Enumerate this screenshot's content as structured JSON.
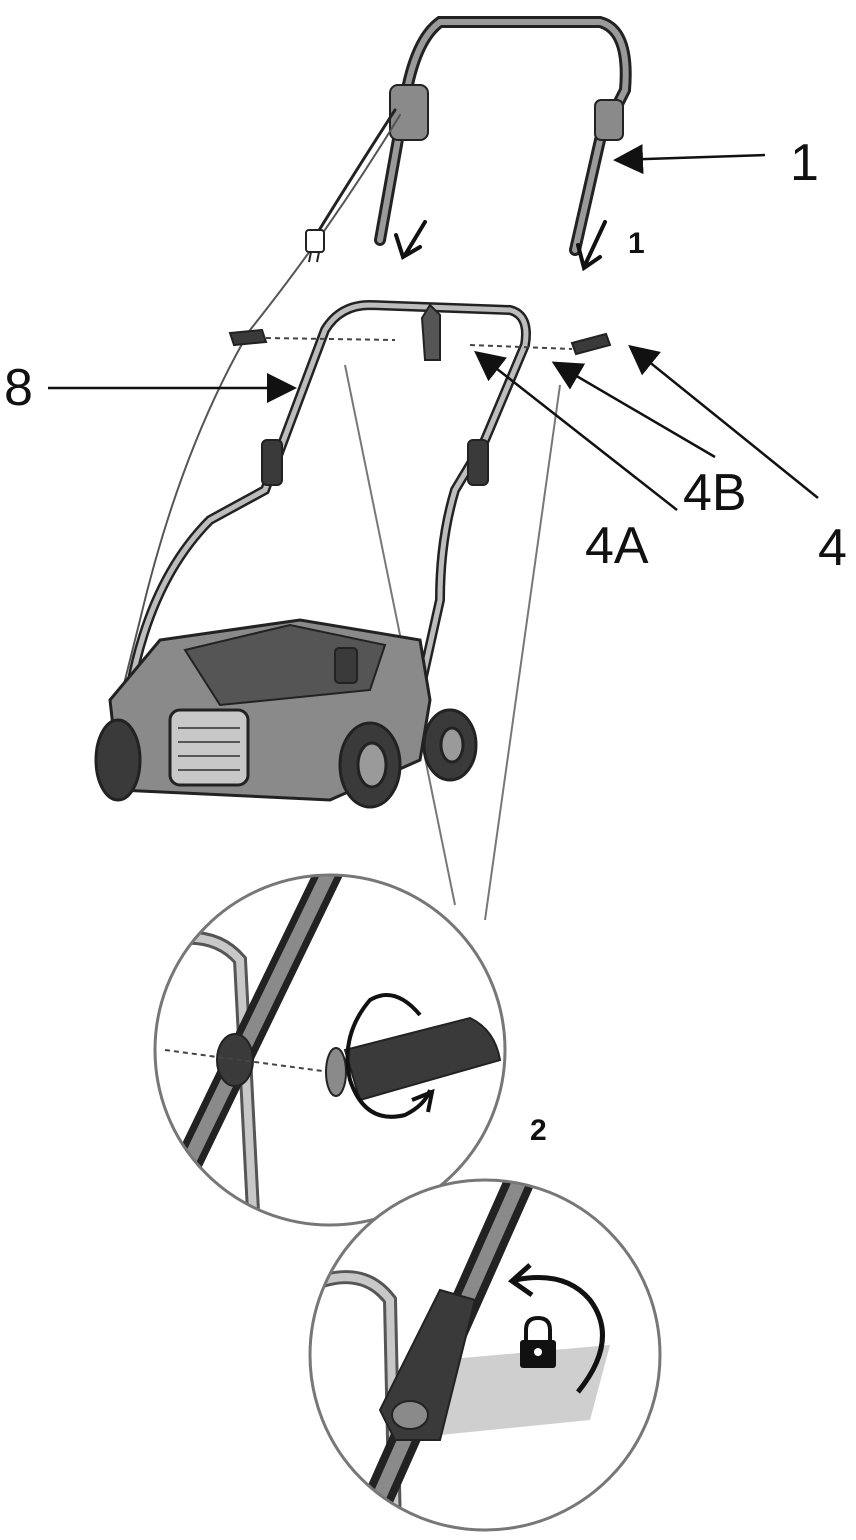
{
  "callouts": {
    "label_1": "1",
    "label_8": "8",
    "label_4": "4",
    "label_4a": "4A",
    "label_4b": "4B",
    "step_1": "1",
    "step_2": "2"
  },
  "icons": {
    "lock": "lock-icon",
    "rotate_arrow": "rotate-arrow-icon",
    "down_arrow": "down-arrow-icon"
  },
  "colors": {
    "line": "#222222",
    "dark_part": "#3a3a3a",
    "mid_part": "#8a8a8a",
    "light_part": "#c8c8c8",
    "shadow": "#cfcfcf"
  }
}
